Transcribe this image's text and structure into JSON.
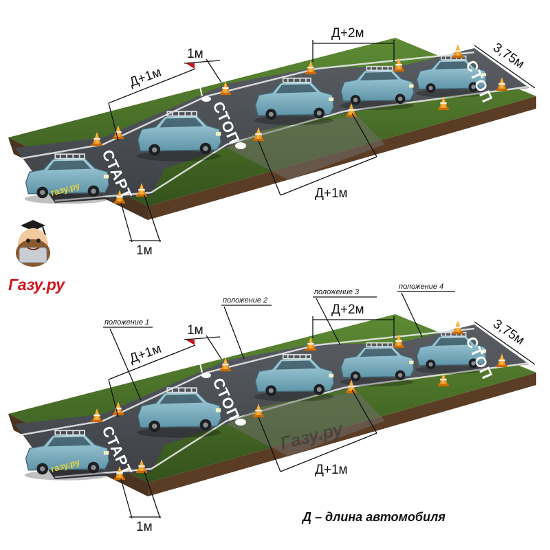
{
  "legend": "Д – длина автомобиля",
  "logo": {
    "text": "Газу.ру"
  },
  "watermark": "Газу.ру",
  "car_text": "газу.ру",
  "diagrams": [
    {
      "start": "СТАРТ",
      "stop": "СТОП",
      "finish": "СТОП",
      "dim_d1_top": "Д+1м",
      "dim_1m_top": "1м",
      "dim_d2": "Д+2м",
      "dim_width": "3,75м",
      "dim_d1_bottom": "Д+1м",
      "dim_1m_bottom": "1м"
    },
    {
      "start": "СТАРТ",
      "stop": "СТОП",
      "finish": "СТОП",
      "dim_d1_top": "Д+1м",
      "dim_1m_top": "1м",
      "dim_d2": "Д+2м",
      "dim_width": "3,75м",
      "dim_d1_bottom": "Д+1м",
      "dim_1m_bottom": "1м",
      "positions": [
        "положение 1",
        "положение 2",
        "положение 3",
        "положение 4"
      ]
    }
  ],
  "colors": {
    "grass": "#4f7a2e",
    "grass_dark": "#2f4d1a",
    "asphalt": "#4a4d52",
    "car": "#7fb3c4",
    "cone": "#f29a17",
    "logo": "#d2131b"
  }
}
